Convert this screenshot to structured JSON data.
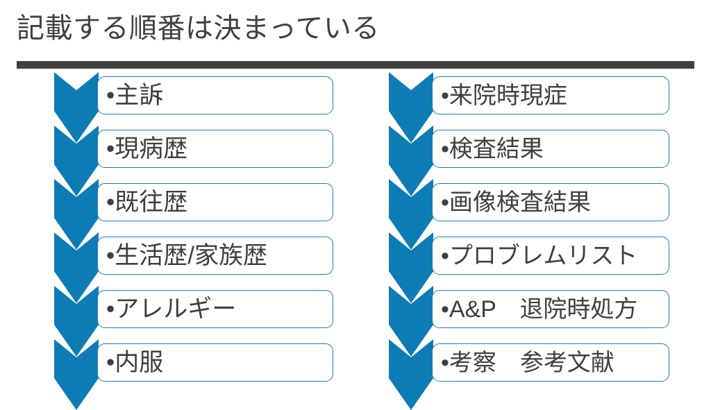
{
  "slide": {
    "title": "記載する順番は決まっている",
    "title_color": "#404040",
    "rule_color": "#404040",
    "background": "#ffffff",
    "accent_color": "#0E7CB4",
    "box_border_color": "#1B7CB5",
    "bullet_glyph": "•"
  },
  "columns": {
    "left": {
      "name": "left-flow-column",
      "items": [
        {
          "label": "•主訴"
        },
        {
          "label": "•現病歴"
        },
        {
          "label": "•既往歴"
        },
        {
          "label": "•生活歴/家族歴"
        },
        {
          "label": "•アレルギー"
        },
        {
          "label": "•内服"
        }
      ]
    },
    "right": {
      "name": "right-flow-column",
      "items": [
        {
          "label": "•来院時現症"
        },
        {
          "label": "•検査結果"
        },
        {
          "label": "•画像検査結果"
        },
        {
          "label": "•プロブレムリスト"
        },
        {
          "label": "•A&P　退院時処方"
        },
        {
          "label": "•考察　参考文献"
        }
      ]
    }
  }
}
